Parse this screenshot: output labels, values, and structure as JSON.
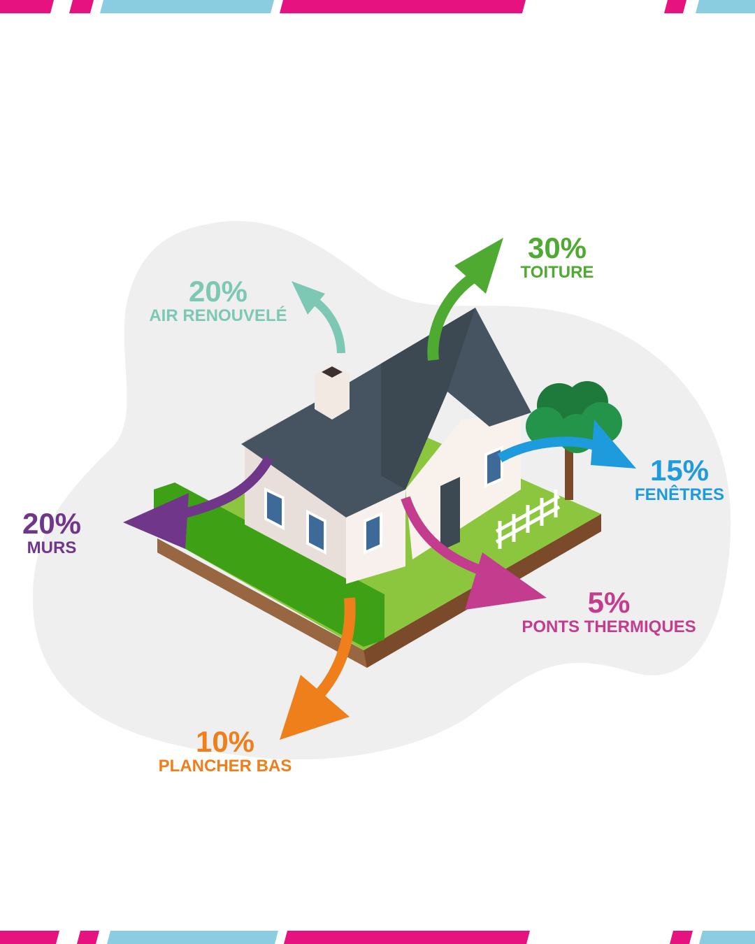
{
  "colors": {
    "magenta": "#E5127F",
    "light_blue": "#8BCDE0",
    "blob": "#EFEFEF"
  },
  "losses": [
    {
      "percent": "30%",
      "label": "TOITURE",
      "color": "#4FAA32"
    },
    {
      "percent": "20%",
      "label": "AIR RENOUVELÉ",
      "color": "#7DC8B5"
    },
    {
      "percent": "15%",
      "label": "FENÊTRES",
      "color": "#1E9BDD"
    },
    {
      "percent": "20%",
      "label": "MURS",
      "color": "#6F3689"
    },
    {
      "percent": "5%",
      "label": "PONTS THERMIQUES",
      "color": "#C43C8E"
    },
    {
      "percent": "10%",
      "label": "PLANCHER BAS",
      "color": "#EE7F1A"
    }
  ]
}
